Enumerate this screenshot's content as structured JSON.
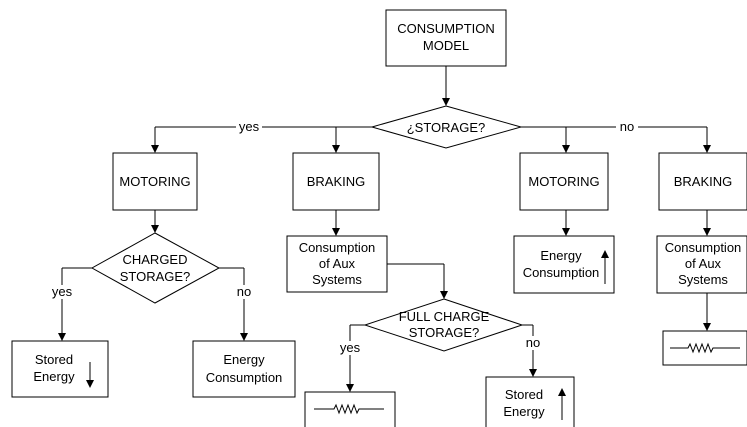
{
  "diagram": {
    "nodes": {
      "consumption_model": [
        "CONSUMPTION",
        "MODEL"
      ],
      "storage_decision": [
        "¿STORAGE?"
      ],
      "motoring_left": [
        "MOTORING"
      ],
      "braking_left": [
        "BRAKING"
      ],
      "motoring_right": [
        "MOTORING"
      ],
      "braking_right": [
        "BRAKING"
      ],
      "charged_storage": [
        "CHARGED",
        "STORAGE?"
      ],
      "consumption_aux_mid": [
        "Consumption",
        "of Aux",
        "Systems"
      ],
      "energy_consumption_right": [
        "Energy",
        "Consumption"
      ],
      "consumption_aux_right": [
        "Consumption",
        "of Aux",
        "Systems"
      ],
      "stored_energy_left": [
        "Stored",
        "Energy"
      ],
      "energy_consumption_left": [
        "Energy",
        "Consumption"
      ],
      "full_charge_storage": [
        "FULL CHARGE",
        "STORAGE?"
      ],
      "stored_energy_right": [
        "Stored",
        "Energy"
      ]
    },
    "edge_labels": {
      "storage_yes": "yes",
      "storage_no": "no",
      "charged_yes": "yes",
      "charged_no": "no",
      "fullcharge_yes": "yes",
      "fullcharge_no": "no"
    },
    "icons": {
      "arrow_down": "arrow-down-icon",
      "arrow_up": "arrow-up-icon",
      "resistor": "resistor-icon"
    }
  }
}
